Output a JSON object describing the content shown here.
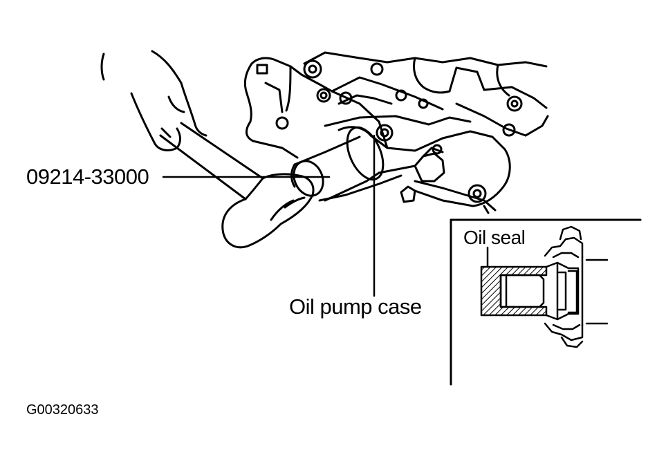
{
  "labels": {
    "tool_number": "09214-33000",
    "oil_pump_case": "Oil pump case",
    "oil_seal": "Oil seal",
    "figure_code": "G00320633"
  },
  "colors": {
    "ink": "#000000",
    "background": "#ffffff"
  }
}
